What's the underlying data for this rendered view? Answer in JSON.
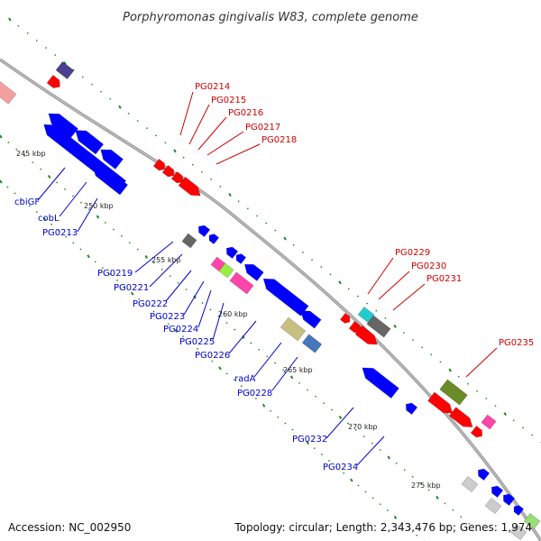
{
  "title": "Porphyromonas gingivalis W83, complete genome",
  "footer": {
    "accession_label": "Accession: NC_002950",
    "topology_label": "Topology: circular; Length: 2,343,476 bp; Genes: 1,974"
  },
  "scale_ticks": [
    "245 kbp",
    "250 kbp",
    "255 kbp",
    "260 kbp",
    "265 kbp",
    "270 kbp",
    "275 kbp"
  ],
  "colors": {
    "backbone": "#888888",
    "forward_gene": "#ff0000",
    "reverse_gene": "#0000ff",
    "forward_label": "#cc0000",
    "reverse_label": "#0000cc",
    "tick": "#1f8a1f"
  },
  "forward_gene_labels": [
    "PG0214",
    "PG0215",
    "PG0216",
    "PG0217",
    "PG0218",
    "PG0229",
    "PG0230",
    "PG0231",
    "PG0235"
  ],
  "reverse_gene_labels": [
    "cbiGF",
    "cobL",
    "PG0213",
    "PG0219",
    "PG0221",
    "PG0222",
    "PG0223",
    "PG0224",
    "PG0225",
    "PG0226",
    "radA",
    "PG0228",
    "PG0232",
    "PG0234"
  ]
}
